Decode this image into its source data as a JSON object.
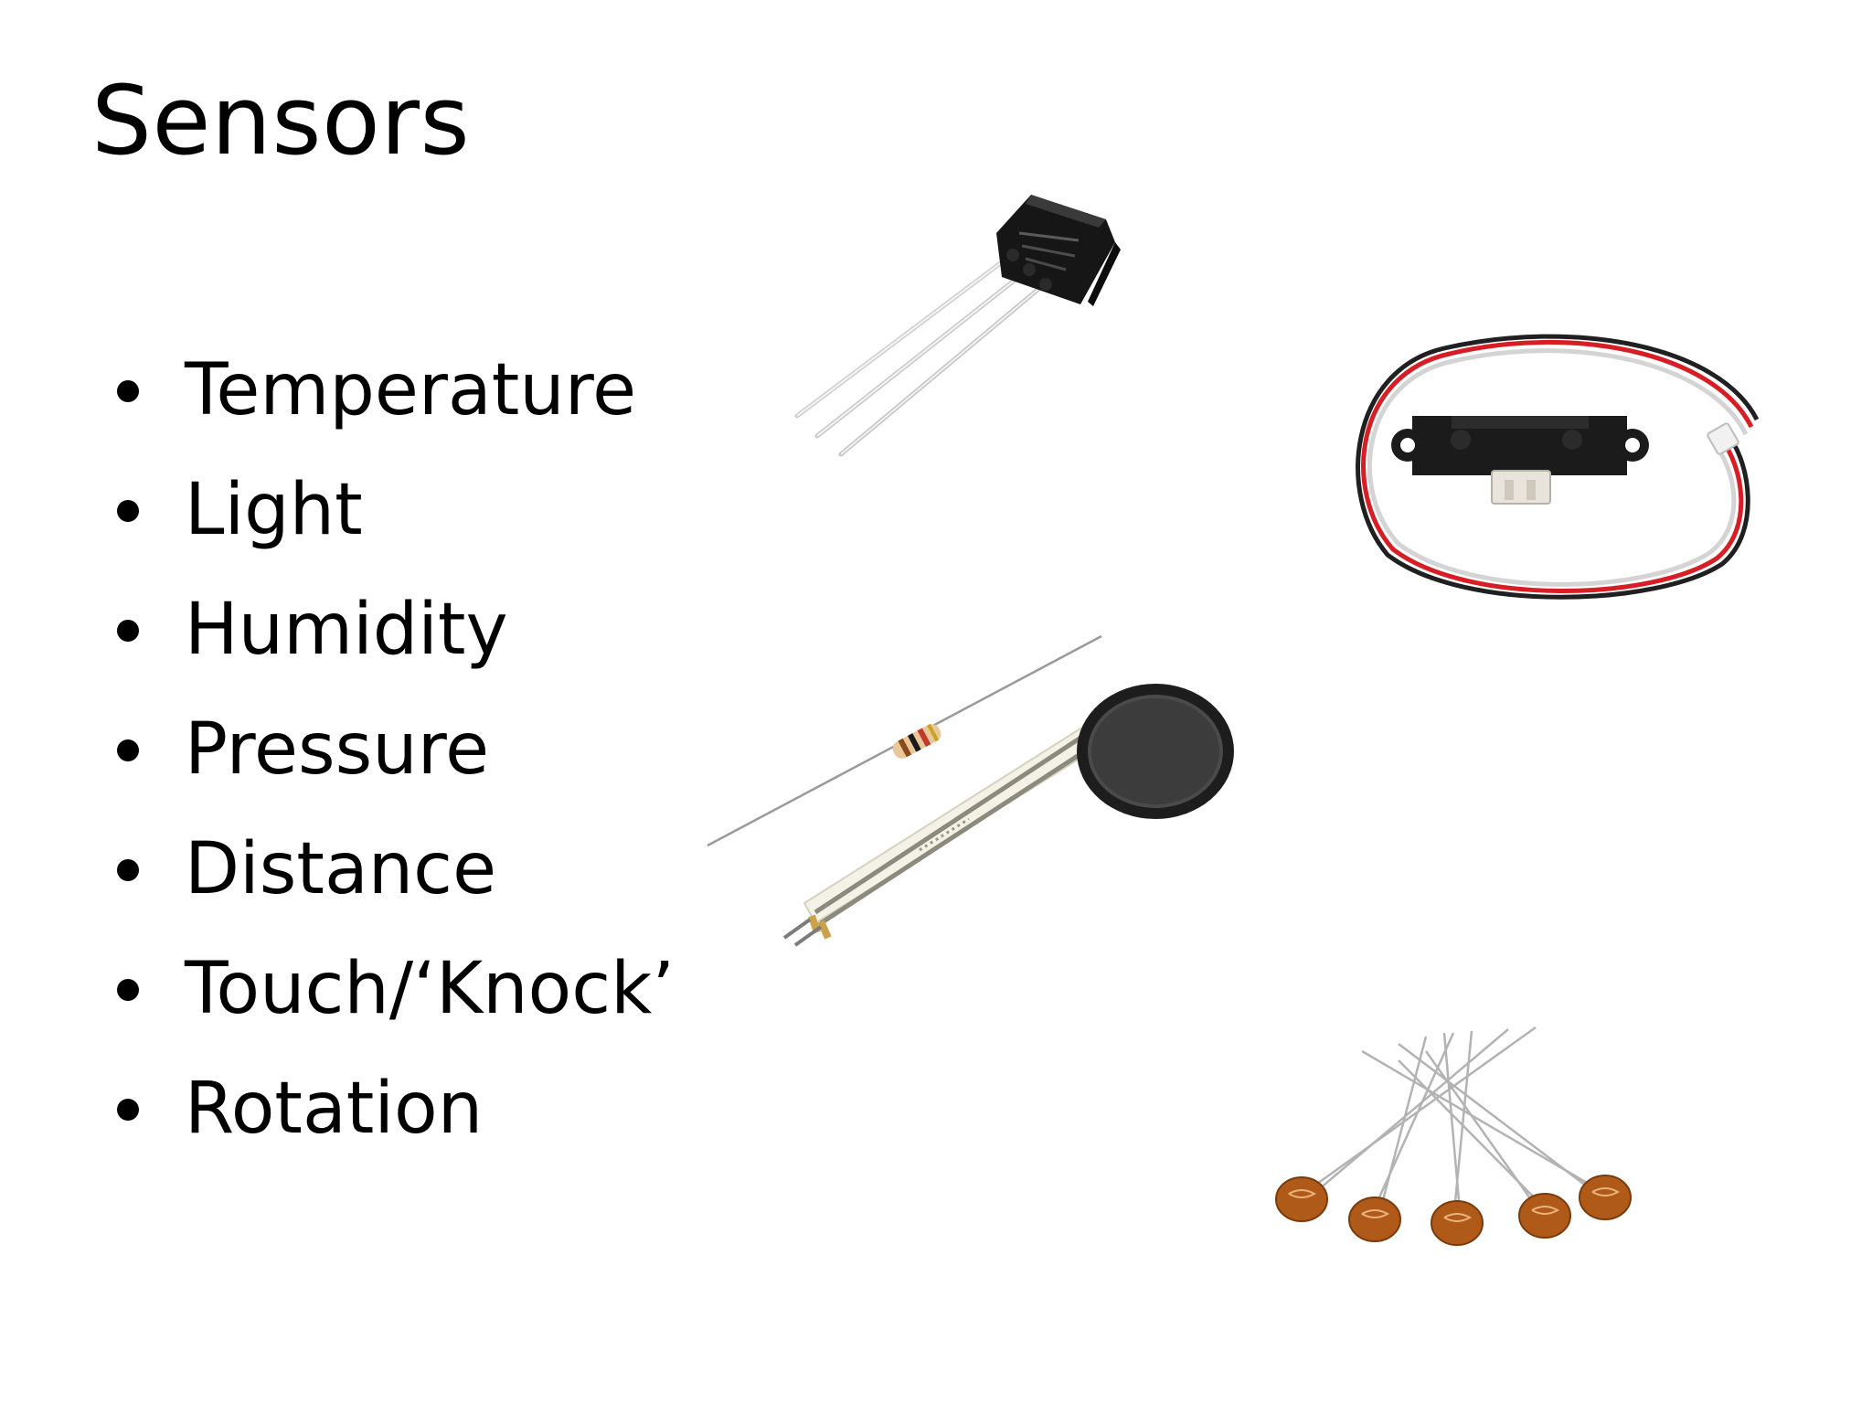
{
  "slide": {
    "title": "Sensors",
    "bullets": [
      {
        "label": "Temperature"
      },
      {
        "label": "Light"
      },
      {
        "label": "Humidity"
      },
      {
        "label": "Pressure"
      },
      {
        "label": "Distance"
      },
      {
        "label": "Touch/‘Knock’"
      },
      {
        "label": "Rotation"
      }
    ]
  },
  "images": [
    {
      "name": "temperature-sensor-image"
    },
    {
      "name": "distance-sensor-image"
    },
    {
      "name": "pressure-sensor-image"
    },
    {
      "name": "light-sensor-image"
    }
  ],
  "colors": {
    "background": "#ffffff",
    "text": "#000000"
  }
}
